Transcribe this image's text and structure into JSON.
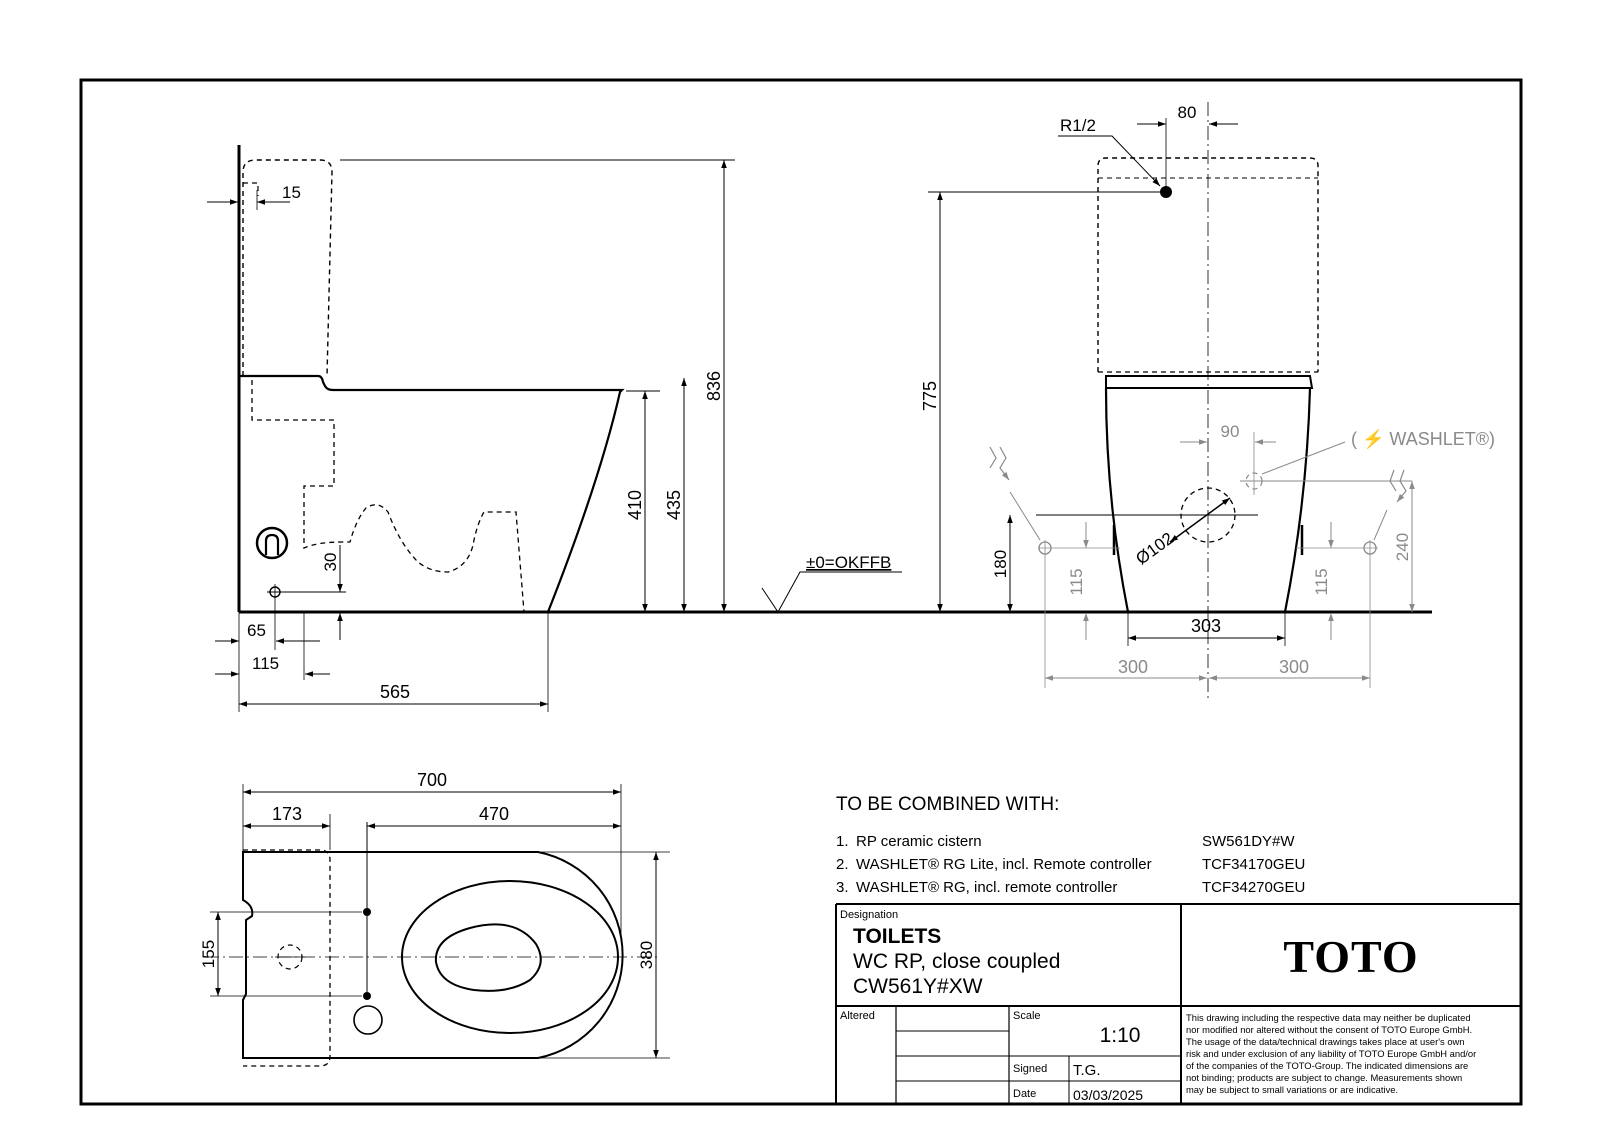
{
  "side_view": {
    "dim_15": "15",
    "dim_836": "836",
    "dim_410": "410",
    "dim_435": "435",
    "dim_30": "30",
    "dim_65": "65",
    "dim_115": "115",
    "dim_565": "565",
    "floor_reference": "±0=OKFFB"
  },
  "front_view": {
    "thread": "R1/2",
    "dim_80": "80",
    "dim_775": "775",
    "dim_90": "90",
    "washlet_note": "( ⚡ WASHLET®)",
    "dim_180": "180",
    "diameter": "Ø102",
    "dim_115_left": "115",
    "dim_115_right": "115",
    "dim_240": "240",
    "dim_303": "303",
    "dim_300_left": "300",
    "dim_300_right": "300"
  },
  "top_view": {
    "dim_700": "700",
    "dim_173": "173",
    "dim_470": "470",
    "dim_155": "155",
    "dim_380": "380"
  },
  "combined": {
    "heading": "TO BE COMBINED WITH:",
    "items": [
      {
        "num": "1.",
        "name": "RP ceramic cistern",
        "code": "SW561DY#W"
      },
      {
        "num": "2.",
        "name": "WASHLET® RG Lite, incl. Remote controller",
        "code": "TCF34170GEU"
      },
      {
        "num": "3.",
        "name": "WASHLET® RG, incl. remote controller",
        "code": "TCF34270GEU"
      }
    ]
  },
  "title_block": {
    "designation_label": "Designation",
    "product_line1": "TOILETS",
    "product_line2": "WC RP, close coupled",
    "product_line3": "CW561Y#XW",
    "brand": "TOTO",
    "altered_label": "Altered",
    "scale_label": "Scale",
    "scale_value": "1:10",
    "signed_label": "Signed",
    "signed_value": "T.G.",
    "date_label": "Date",
    "date_value": "03/03/2025",
    "disclaimer": [
      "This drawing including the respective data may neither be duplicated",
      "nor modified nor altered without the consent of TOTO Europe GmbH.",
      "The usage of the data/technical drawings takes place at user's own",
      "risk and under exclusion of any liability of TOTO Europe GmbH and/or",
      "of the companies of the TOTO-Group. The indicated dimensions are",
      "not binding; products are subject to change. Measurements shown",
      "may be subject to small variations or are indicative."
    ]
  }
}
